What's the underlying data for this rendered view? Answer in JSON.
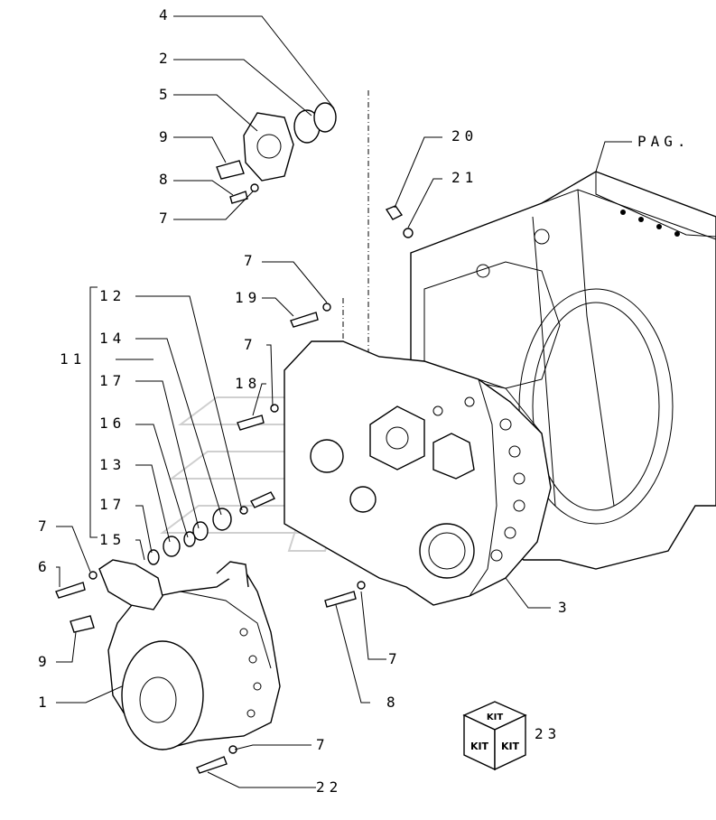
{
  "labels": {
    "l4": "4",
    "l2": "2",
    "l5": "5",
    "l9a": "9",
    "l8a": "8",
    "l7a": "7",
    "l20": "20",
    "l21": "21",
    "pag": "PAG.",
    "l7b": "7",
    "l12": "12",
    "l19": "19",
    "l14": "14",
    "l11": "11",
    "l7c": "7",
    "l18": "18",
    "l17a": "17",
    "l16": "16",
    "l13": "13",
    "l17b": "17",
    "l15": "15",
    "l7d": "7",
    "l6": "6",
    "l9b": "9",
    "l1": "1",
    "l3": "3",
    "l7e": "7",
    "l8b": "8",
    "l7f": "7",
    "l22": "22",
    "l23": "23"
  },
  "kit": {
    "top": "KIT",
    "left": "KIT",
    "right": "KIT"
  }
}
